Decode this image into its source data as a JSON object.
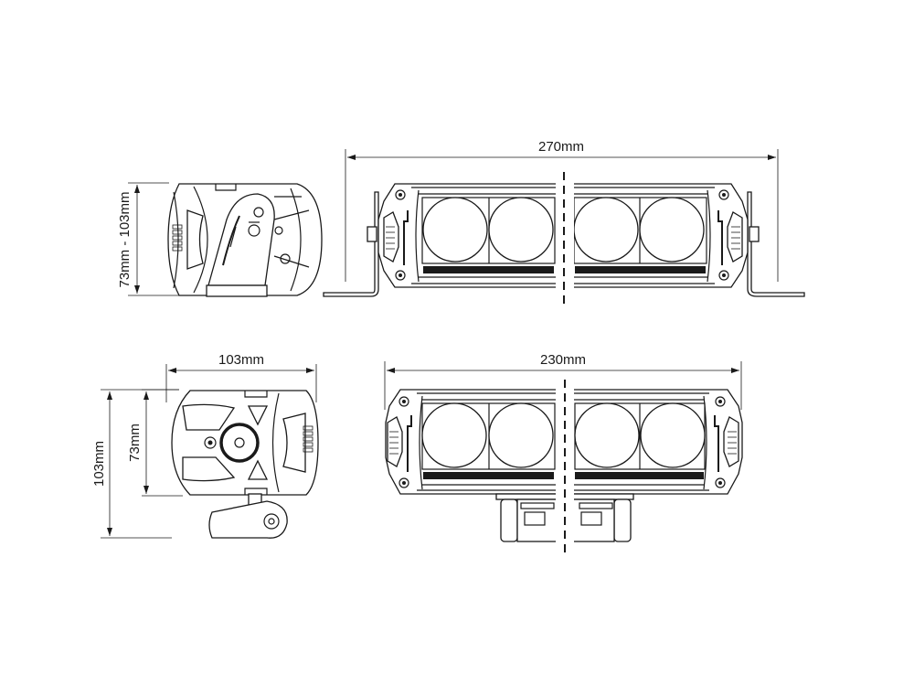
{
  "drawing": {
    "subject": "LED light bar dimension drawing",
    "views": [
      {
        "id": "side-view-top",
        "label_dimension": "73mm - 103mm",
        "orientation": "vertical"
      },
      {
        "id": "front-view-top",
        "label_dimension": "270mm",
        "orientation": "horizontal",
        "lamps": 4
      },
      {
        "id": "side-view-bottom",
        "label_width": "103mm",
        "label_height_outer": "103mm",
        "label_height_inner": "73mm"
      },
      {
        "id": "front-view-bottom",
        "label_dimension": "230mm",
        "orientation": "horizontal",
        "lamps": 4
      }
    ],
    "colors": {
      "line": "#1a1a1a",
      "background": "#ffffff"
    }
  }
}
